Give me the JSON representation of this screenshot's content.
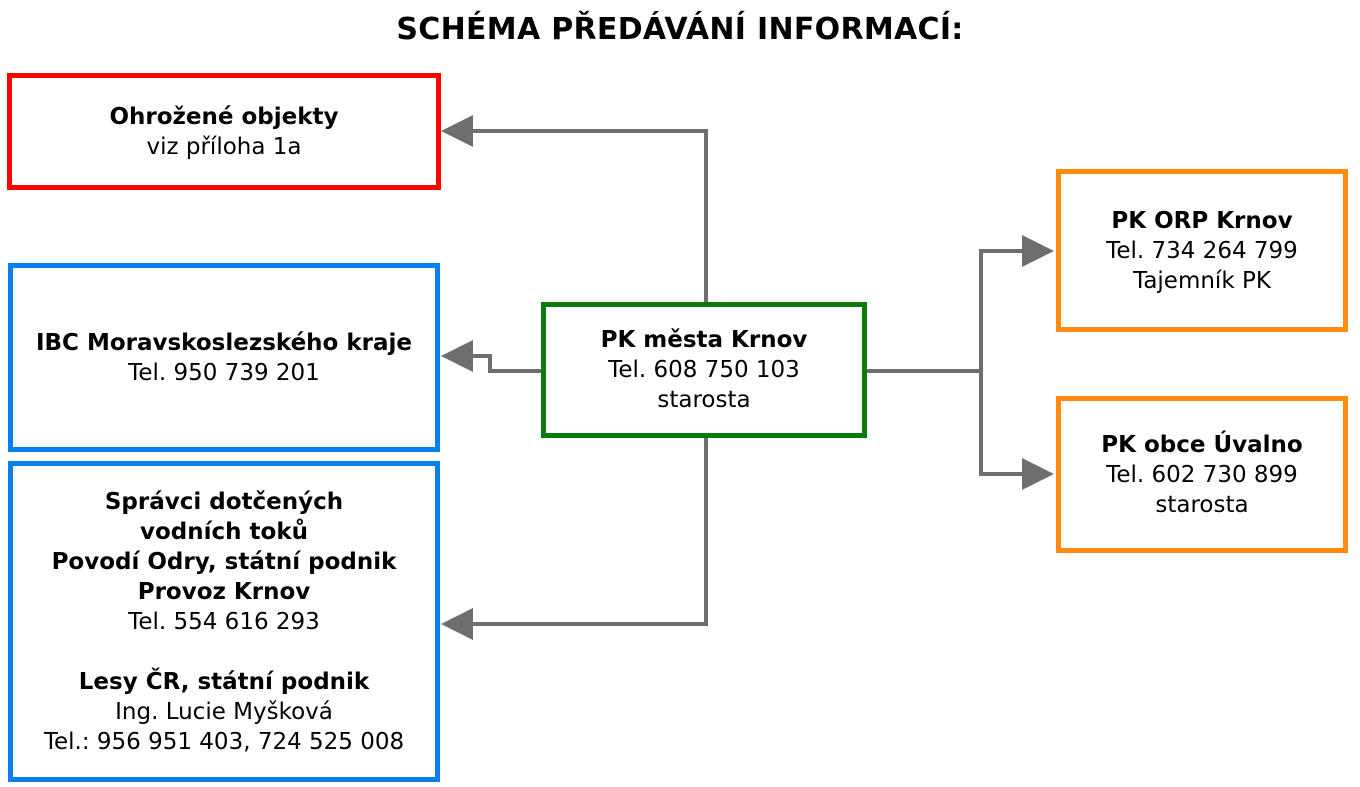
{
  "title": "SCHÉMA PŘEDÁVÁNÍ INFORMACÍ:",
  "colors": {
    "red": "#ff0000",
    "blue": "#0a7ff0",
    "green": "#0a7a0a",
    "orange": "#ff8a0e",
    "connector": "#6e6e6e"
  },
  "boxes": {
    "threatened": {
      "heading": "Ohrožené objekty",
      "line1": "viz příloha 1a"
    },
    "ibc": {
      "heading": "IBC Moravskoslezského kraje",
      "phone": "Tel. 950 739 201"
    },
    "watercourses": {
      "heading_1": "Správci dotčených",
      "heading_2": "vodních toků",
      "heading_3": "Povodí Odry, státní podnik",
      "heading_4": "Provoz Krnov",
      "phone": "Tel. 554 616 293",
      "org2": "Lesy ČR, státní podnik",
      "person": "Ing. Lucie Myšková",
      "phone2": "Tel.: 956 951 403, 724 525 008"
    },
    "center": {
      "heading": "PK města Krnov",
      "phone": "Tel. 608 750 103",
      "role": "starosta"
    },
    "orp": {
      "heading": "PK ORP Krnov",
      "phone": "Tel. 734 264 799",
      "role": "Tajemník PK"
    },
    "uvalno": {
      "heading": "PK obce Úvalno",
      "phone": "Tel. 602 730 899",
      "role": "starosta"
    }
  }
}
